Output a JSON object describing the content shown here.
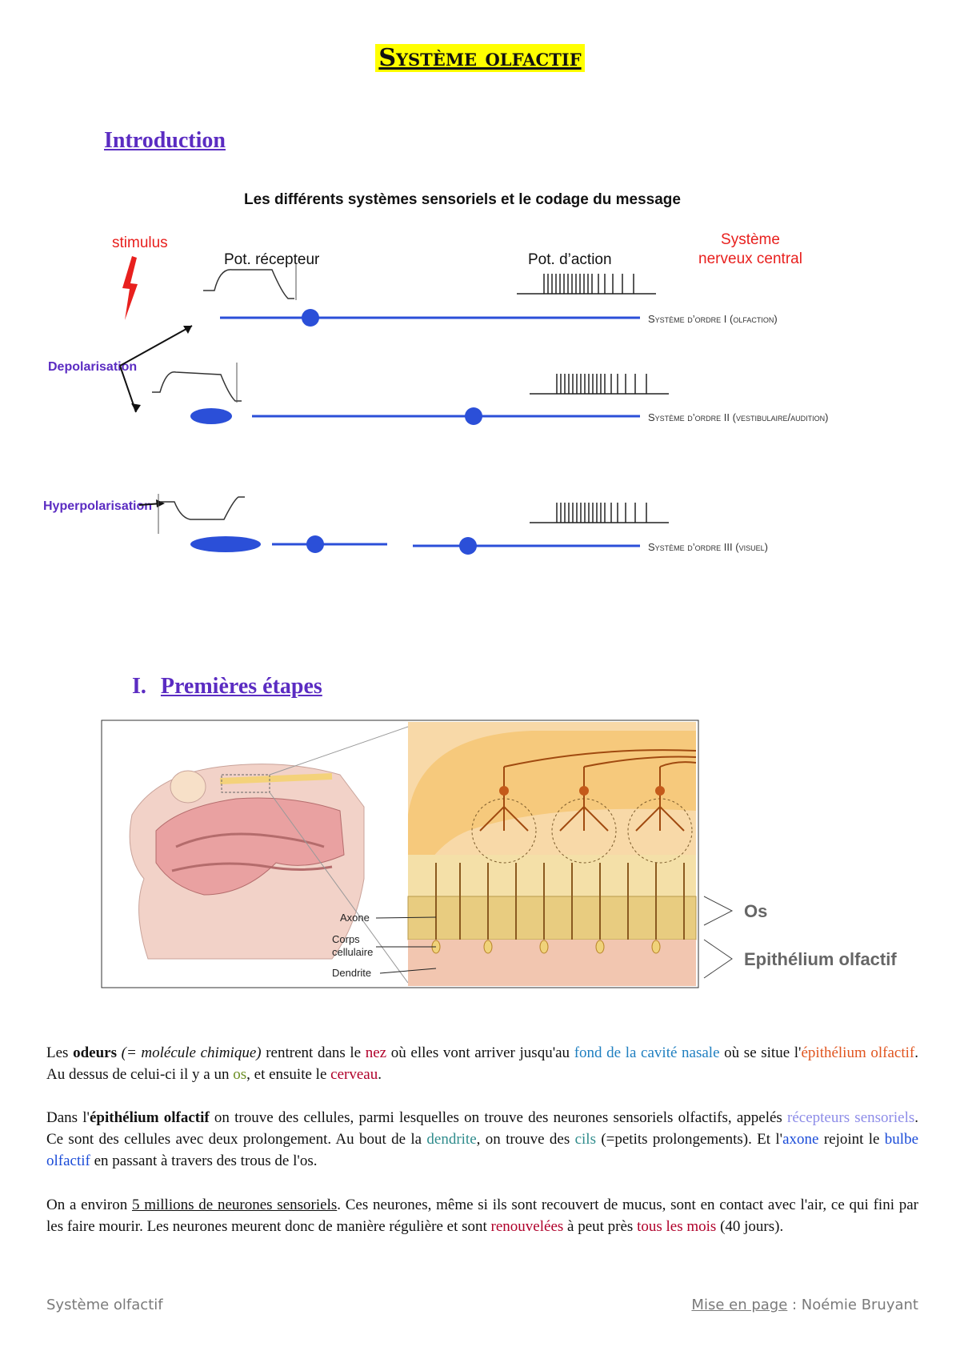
{
  "title": "Système olfactif",
  "intro": {
    "heading": "Introduction"
  },
  "diagram1": {
    "title": "Les différents systèmes sensoriels et le codage du message",
    "stimulus": "stimulus",
    "receptor_potential": "Pot. récepteur",
    "action_potential": "Pot. d’action",
    "cns_line1": "Système",
    "cns_line2": "nerveux central",
    "depolarisation": "Depolarisation",
    "hyperpolarisation": "Hyperpolarisation",
    "system1": "Système d’ordre I (olfaction)",
    "system2": "Système d’ordre II (vestibulaire/audition)",
    "system3": "Système d’ordre III (visuel)",
    "colors": {
      "axon": "#2b4fd8",
      "stimulus": "#e8201e",
      "label": "#5b2cc2"
    }
  },
  "section1": {
    "number": "I.",
    "heading": "Premières étapes"
  },
  "diagram2": {
    "axone": "Axone",
    "corps_line1": "Corps",
    "corps_line2": "cellulaire",
    "dendrite": "Dendrite",
    "os": "Os",
    "epithelium": "Epithélium olfactif"
  },
  "text": {
    "p1": {
      "a": "Les ",
      "b": "odeurs",
      "c": " ",
      "d": "(= molécule chimique)",
      "e": " rentrent dans le ",
      "f": "nez",
      "g": " où elles vont arriver jusqu'au ",
      "h": "fond de la cavité nasale",
      "i": " où se situe l'",
      "j": "épithélium olfactif",
      "k": ". Au dessus de celui-ci il y a un ",
      "l": "os",
      "m": ", et ensuite le ",
      "n": "cerveau",
      "o": "."
    },
    "p2": {
      "a": "Dans l'",
      "b": "épithélium olfactif",
      "c": " on trouve des cellules, parmi lesquelles on trouve des neurones sensoriels olfactifs, appelés ",
      "d": "récepteurs sensoriels",
      "e": ". Ce sont des cellules avec deux prolongement. Au bout de la ",
      "f": "dendrite",
      "g": ", on trouve des ",
      "h": "cils",
      "i": " (=petits prolongements). Et l'",
      "j": "axone",
      "k": " rejoint le ",
      "l": "bulbe olfactif",
      "m": " en passant à travers des trous de l'os."
    },
    "p3": {
      "a": "On a environ ",
      "b": "5 millions de neurones sensoriels",
      "c": ". Ces neurones, même si ils sont recouvert de mucus, sont en contact avec l'air, ce qui fini par les faire mourir. Les neurones meurent donc de manière régulière et sont ",
      "d": "renouvelées",
      "e": " à peut près ",
      "f": "tous les mois",
      "g": " (40 jours)."
    }
  },
  "footer": {
    "left": "Système olfactif",
    "credit_link": "Mise en page",
    "credit_rest": " : Noémie Bruyant"
  }
}
